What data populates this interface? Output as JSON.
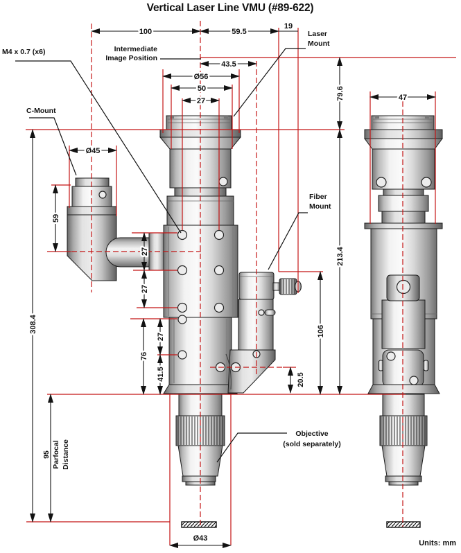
{
  "title": "Vertical Laser Line VMU (#89-622)",
  "units_note": "Units: mm",
  "colors": {
    "accent_red": "#c41414",
    "ink": "#111111"
  },
  "labels": {
    "m4_thread": "M4 x 0.7 (x6)",
    "c_mount": "C-Mount",
    "intermediate_line1": "Intermediate",
    "intermediate_line2": "Image Position",
    "laser_line1": "Laser",
    "laser_line2": "Mount",
    "fiber_line1": "Fiber",
    "fiber_line2": "Mount",
    "objective_line1": "Objective",
    "objective_line2": "(sold separately)",
    "parfocal_value": "95",
    "parfocal_line2": "Parfocal",
    "parfocal_line3": "Distance"
  },
  "dims": {
    "h100": "100",
    "h59_5": "59.5",
    "h19": "19",
    "h43_5": "43.5",
    "dia56": "Ø56",
    "h50": "50",
    "h27": "27",
    "dia45": "Ø45",
    "v59": "59",
    "v27a": "27",
    "v27b": "27",
    "v27c": "27",
    "v76": "76",
    "v41_5": "41.5",
    "v308_4": "308.4",
    "v79_6": "79.6",
    "v213_4": "213.4",
    "v106": "106",
    "v20_5": "20.5",
    "h47": "47",
    "dia43": "Ø43"
  }
}
